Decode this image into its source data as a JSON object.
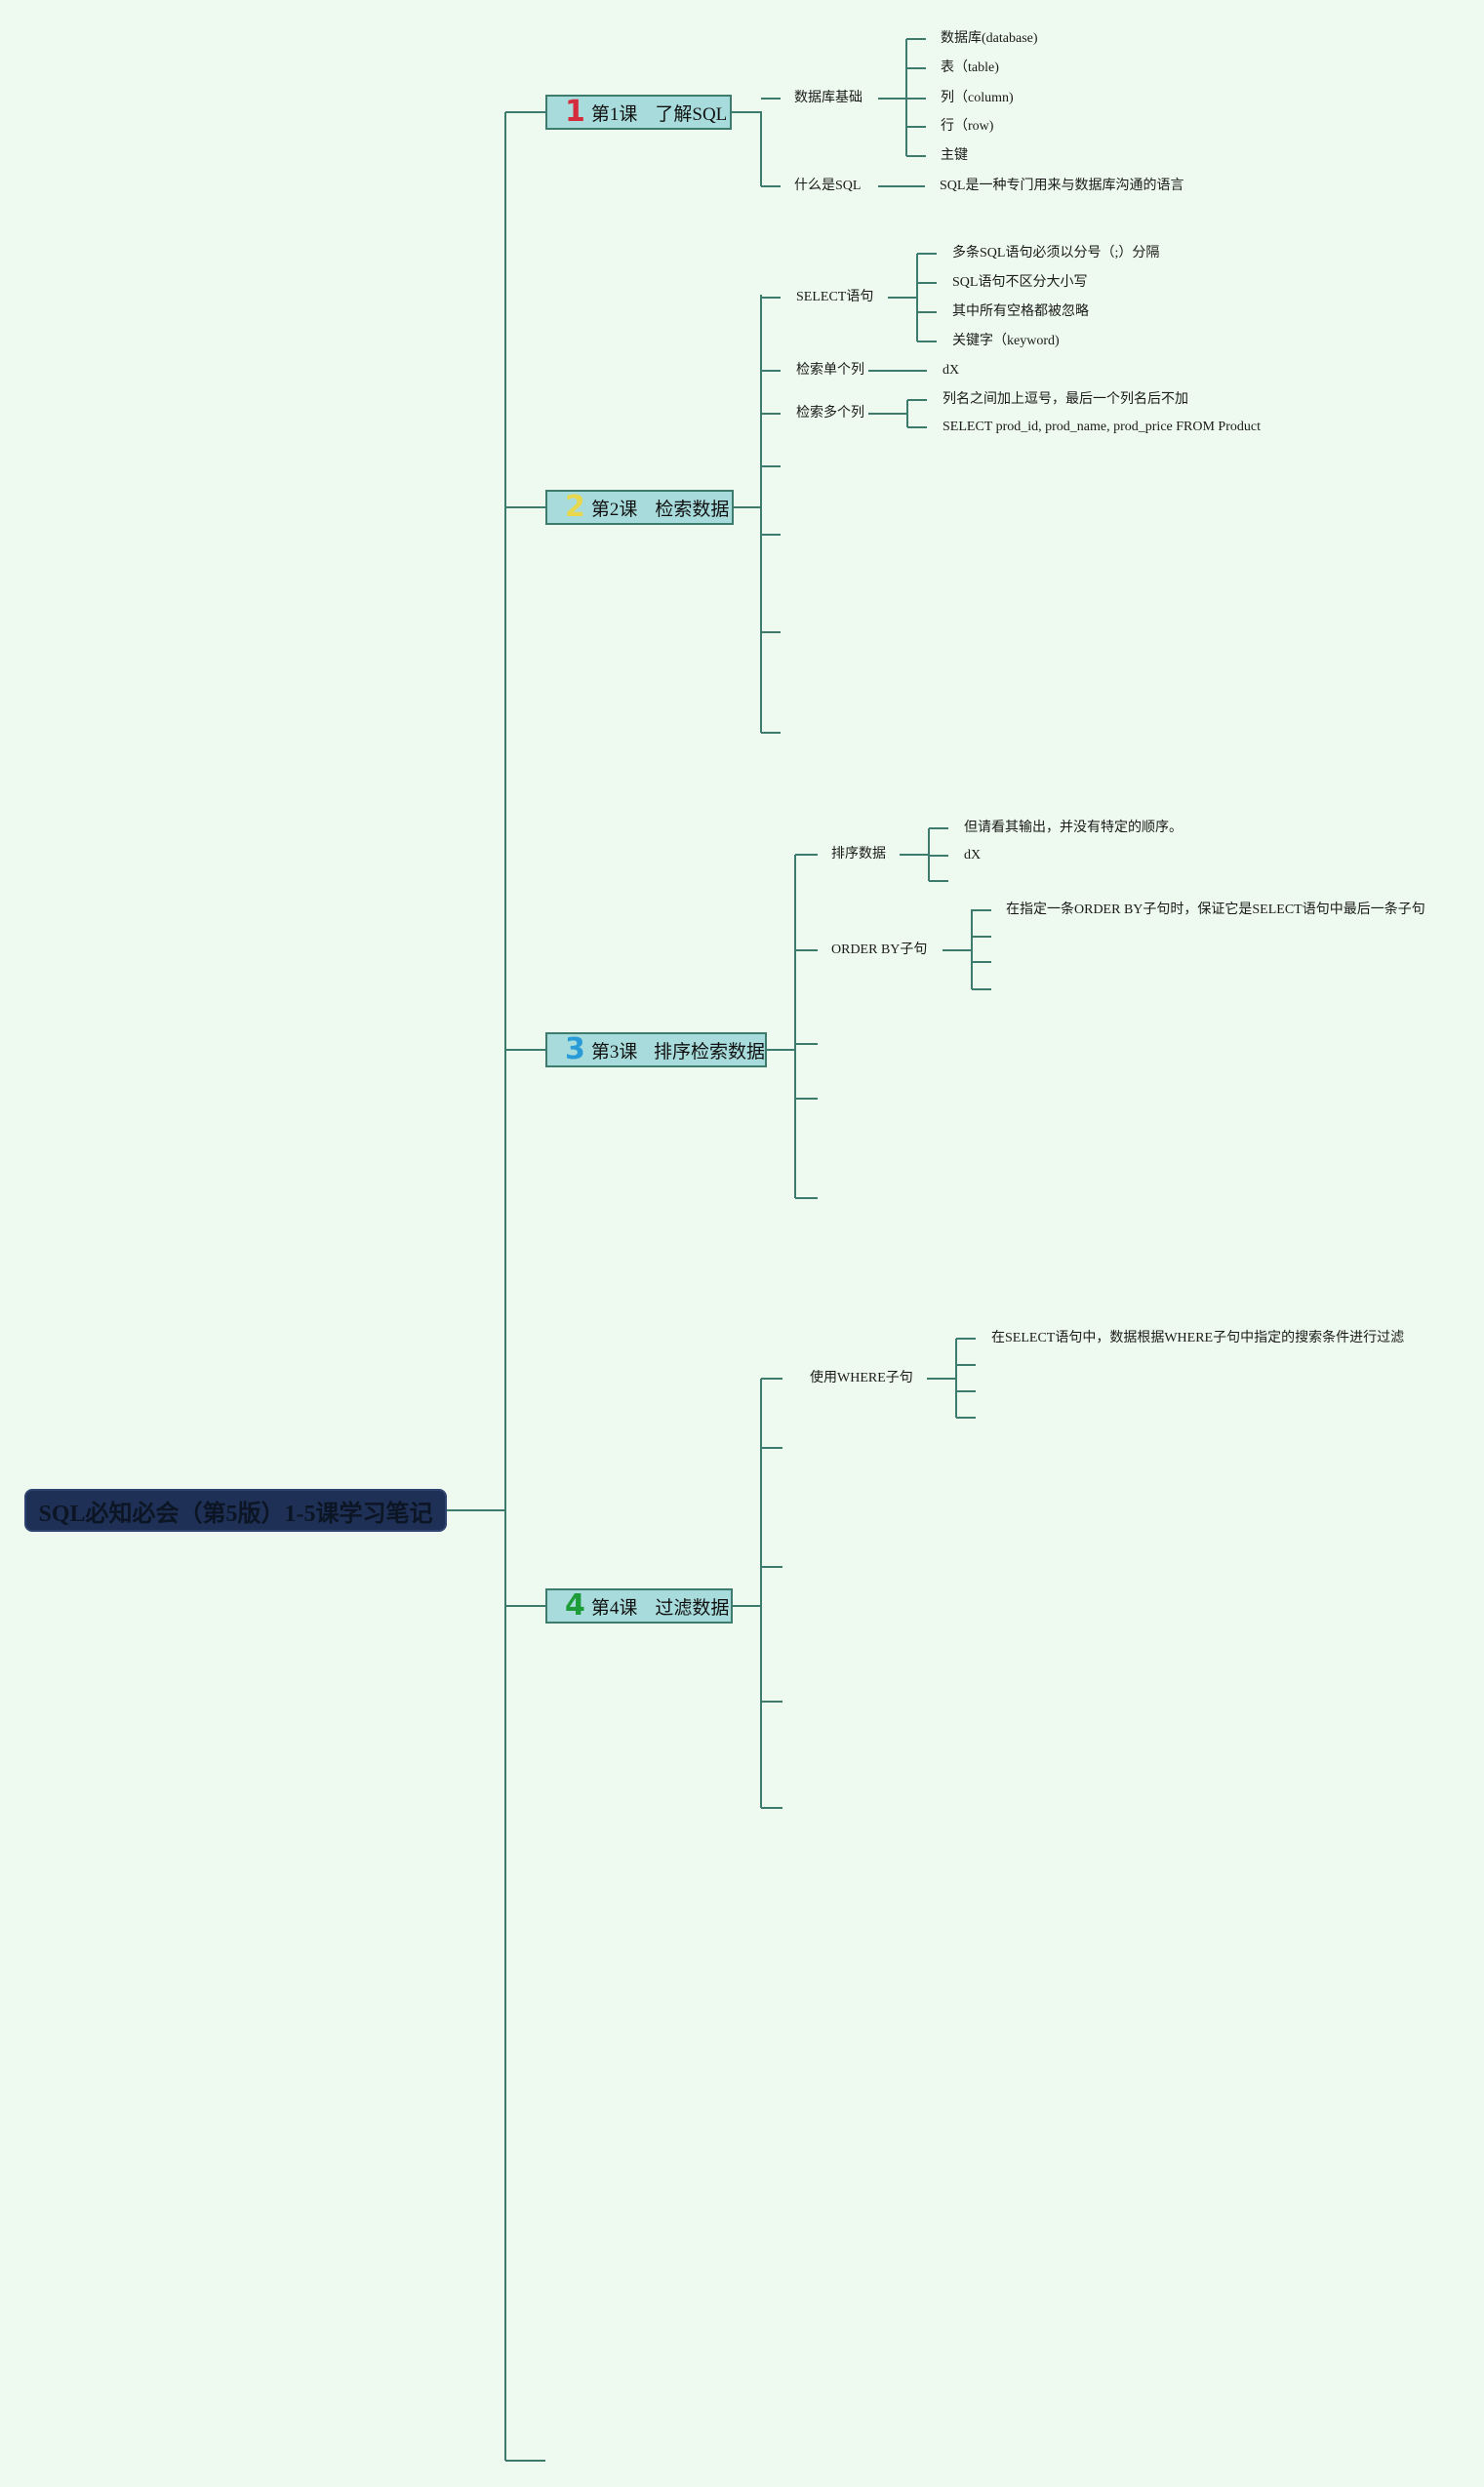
{
  "root": {
    "title": "SQL必知必会（第5版）1-5课学习笔记"
  },
  "lessons": [
    {
      "num": "1",
      "num_color": "#d42c3c",
      "label": "第1课",
      "title": "了解SQL"
    },
    {
      "num": "2",
      "num_color": "#e8d84e",
      "label": "第2课",
      "title": "检索数据"
    },
    {
      "num": "3",
      "num_color": "#2a9bd6",
      "label": "第3课",
      "title": "排序检索数据"
    },
    {
      "num": "4",
      "num_color": "#1f9c3a",
      "label": "第4课",
      "title": "过滤数据"
    }
  ],
  "l1": {
    "db_basics": "数据库基础",
    "db_items": [
      "数据库(database)",
      "表（table)",
      "列（column)",
      "行（row)",
      "主键"
    ],
    "what_sql": "什么是SQL",
    "what_sql_desc": "SQL是一种专门用来与数据库沟通的语言"
  },
  "l2": {
    "select": "SELECT语句",
    "select_items": [
      "多条SQL语句必须以分号（;）分隔",
      "SQL语句不区分大小写",
      "其中所有空格都被忽略",
      "关键字（keyword)"
    ],
    "single_col": "检索单个列",
    "single_col_item": "dX",
    "multi_col": "检索多个列",
    "multi_col_items": [
      "列名之间加上逗号，最后一个列名后不加",
      "SELECT prod_id, prod_name, prod_price FROM Product"
    ]
  },
  "l3": {
    "sort": "排序数据",
    "sort_items": [
      "但请看其输出，并没有特定的顺序。",
      "dX"
    ],
    "orderby": "ORDER BY子句",
    "orderby_items": [
      "在指定一条ORDER BY子句时，保证它是SELECT语句中最后一条子句"
    ]
  },
  "l4": {
    "where": "使用WHERE子句",
    "where_items": [
      "在SELECT语句中，数据根据WHERE子句中指定的搜索条件进行过滤"
    ]
  }
}
